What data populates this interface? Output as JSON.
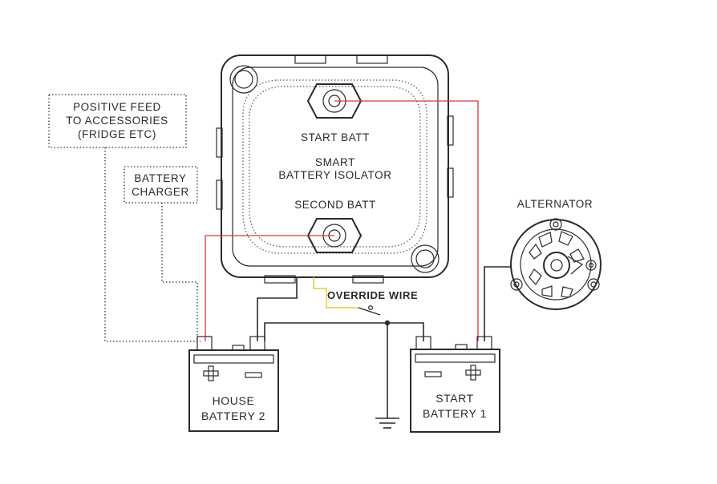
{
  "labels": {
    "start_batt_terminal": "START BATT",
    "isolator_line1": "SMART",
    "isolator_line2": "BATTERY ISOLATOR",
    "second_batt_terminal": "SECOND BATT",
    "override_wire": "OVERRIDE WIRE",
    "alternator": "ALTERNATOR",
    "positive_feed_line1": "POSITIVE FEED",
    "positive_feed_line2": "TO ACCESSORIES",
    "positive_feed_line3": "(FRIDGE ETC)",
    "charger_line1": "BATTERY",
    "charger_line2": "CHARGER",
    "house_battery_line1": "HOUSE",
    "house_battery_line2": "BATTERY 2",
    "start_battery_line1": "START",
    "start_battery_line2": "BATTERY 1"
  },
  "symbols": {
    "plus": "+",
    "minus": "−"
  },
  "colors": {
    "positive_wire": "#d43a3a",
    "override_wire": "#e8cc35",
    "ground_wire": "#2b2b2b"
  }
}
